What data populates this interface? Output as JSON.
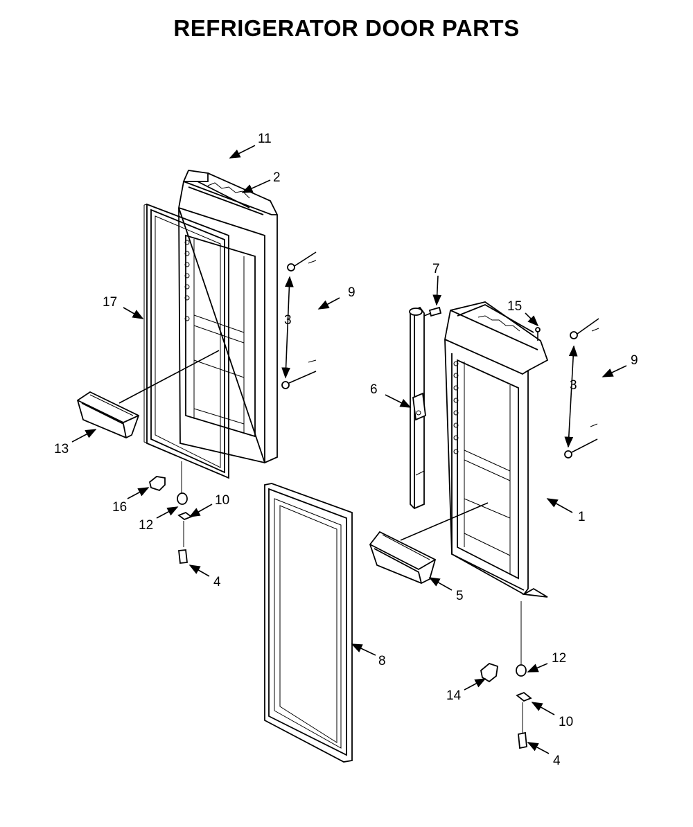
{
  "title": "REFRIGERATOR DOOR PARTS",
  "callouts": {
    "c1": "1",
    "c2": "2",
    "c3_left": "3",
    "c3_right": "3",
    "c4_left": "4",
    "c4_right": "4",
    "c5": "5",
    "c6": "6",
    "c7": "7",
    "c8": "8",
    "c9_left": "9",
    "c9_right": "9",
    "c10_left": "10",
    "c10_right": "10",
    "c11": "11",
    "c12_left": "12",
    "c12_right": "12",
    "c13": "13",
    "c14": "14",
    "c15": "15",
    "c16": "16",
    "c17": "17"
  }
}
